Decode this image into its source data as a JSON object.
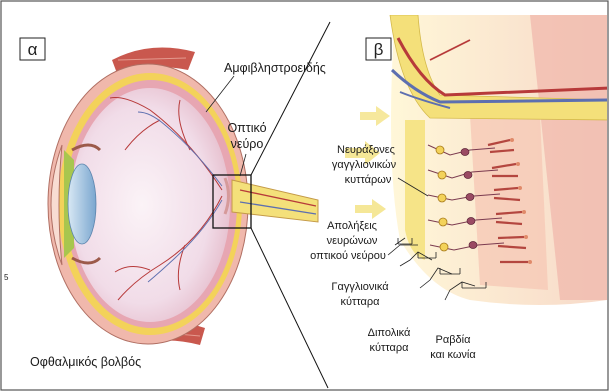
{
  "panels": {
    "a": "α",
    "b": "β"
  },
  "labels": {
    "retina": "Αμφιβληστροειδής",
    "optic_nerve_1": "Οπτικό",
    "optic_nerve_2": "νεύρο",
    "eyeball": "Οφθαλμικός βολβός",
    "axons_1": "Νευράξονες",
    "axons_2": "γαγγλιονικών",
    "axons_3": "κυττάρων",
    "endings_1": "Απολήξεις",
    "endings_2": "νευρώνων",
    "endings_3": "οπτικού νεύρου",
    "ganglion_1": "Γαγγλιονικά",
    "ganglion_2": "κύτταρα",
    "bipolar_1": "Διπολικά",
    "bipolar_2": "κύτταρα",
    "rods_1": "Ραβδία",
    "rods_2": "και κωνία",
    "side_mark": "5"
  },
  "colors": {
    "sclera": "#f0b8ac",
    "choroid": "#f3d25a",
    "retina_inner": "#e7a6b2",
    "vitreous": "#f2e4ee",
    "lens": "#9fc3df",
    "iris": "#a8c64e",
    "muscle": "#c9584e",
    "nerve": "#f4e07a",
    "vessel_red": "#b73a3a",
    "vessel_blue": "#5d6fb0",
    "frame": "#2b2b2b"
  }
}
